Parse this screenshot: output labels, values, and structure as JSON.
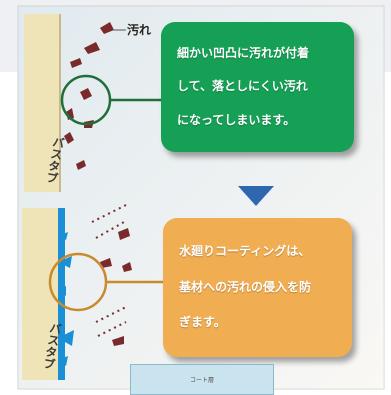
{
  "labels": {
    "dirt": "汚れ",
    "bathtub_top": "バスタブ",
    "bathtub_bottom": "バスタブ",
    "coat_layer": "コート層"
  },
  "bubbles": {
    "green": {
      "line1": "細かい凹凸に汚れが付着",
      "line2": "して、落としにくい汚れ",
      "line3": "になってしまいます。"
    },
    "orange": {
      "line1": "水廻りコーティングは、",
      "line2": "基材への汚れの侵入を防",
      "line3": "ぎます。"
    }
  },
  "colors": {
    "green_bubble": "#15a056",
    "orange_bubble": "#f1ad52",
    "arrow": "#2f66b0",
    "coating": "#1a8fd6",
    "dirt": "#7a2a2a"
  }
}
